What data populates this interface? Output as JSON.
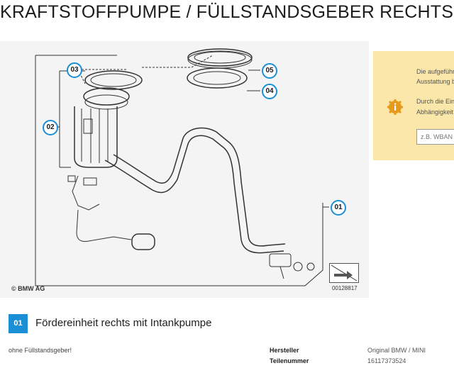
{
  "page_title": "KRAFTSTOFFPUMPE / FÜLLSTANDSGEBER RECHTS",
  "diagram": {
    "callouts": [
      "03",
      "02",
      "05",
      "04",
      "01"
    ],
    "copyright": "© BMW AG",
    "diagram_id": "00128817"
  },
  "info_panel": {
    "line1": "Die aufgeführ",
    "line2": "Ausstattung b",
    "line3": "Durch die Ein",
    "line4": "Abhängigkeit",
    "vin_placeholder": "z.B. WBAN",
    "accent_color": "#fbe7a9",
    "icon": "info-gear-icon"
  },
  "part": {
    "number": "01",
    "title": "Fördereinheit rechts mit Intankpumpe",
    "description": "ohne Füllstandsgeber!",
    "specs": [
      {
        "label": "Hersteller",
        "value": "Original BMW / MINI"
      },
      {
        "label": "Teilenummer",
        "value": "16117373524"
      }
    ]
  },
  "colors": {
    "accent_blue": "#1a8fd6"
  }
}
